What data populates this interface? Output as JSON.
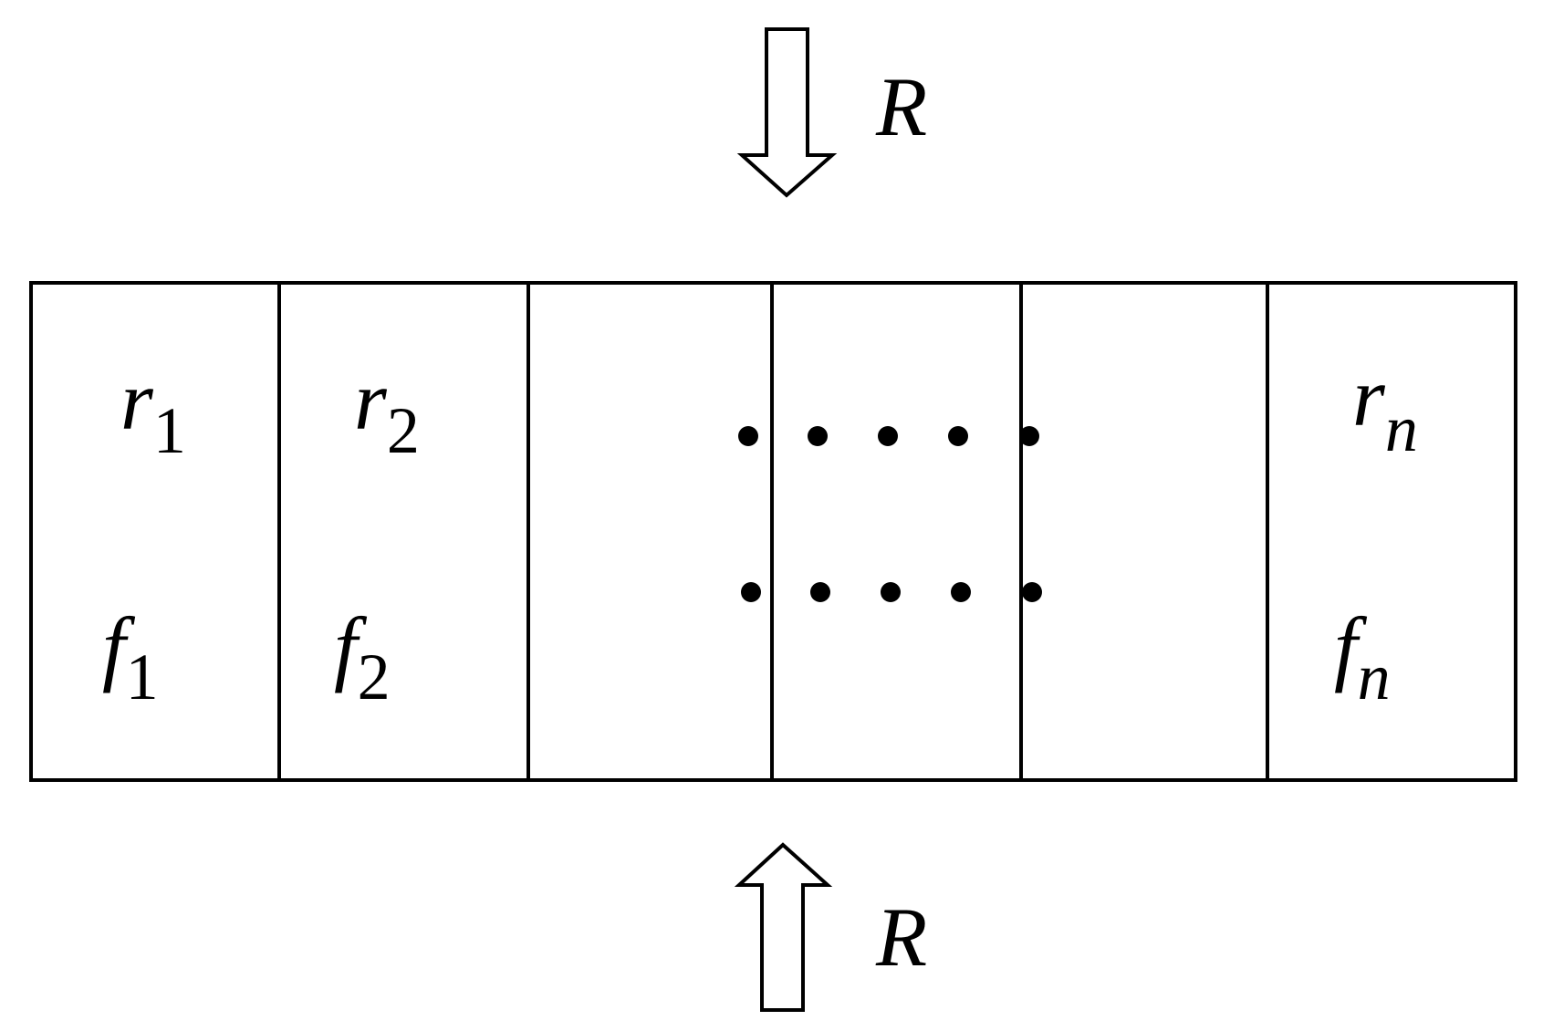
{
  "load": {
    "top_label": "R",
    "bottom_label": "R"
  },
  "cells": [
    {
      "r_symbol": "r",
      "r_subscript": "1",
      "f_symbol": "f",
      "f_subscript": "1"
    },
    {
      "r_symbol": "r",
      "r_subscript": "2",
      "f_symbol": "f",
      "f_subscript": "2"
    },
    {
      "r_symbol": "r",
      "r_subscript": "n",
      "f_symbol": "f",
      "f_subscript": "n"
    }
  ],
  "colors": {
    "line": "#000000",
    "background": "#ffffff",
    "arrow_fill": "#ffffff"
  }
}
